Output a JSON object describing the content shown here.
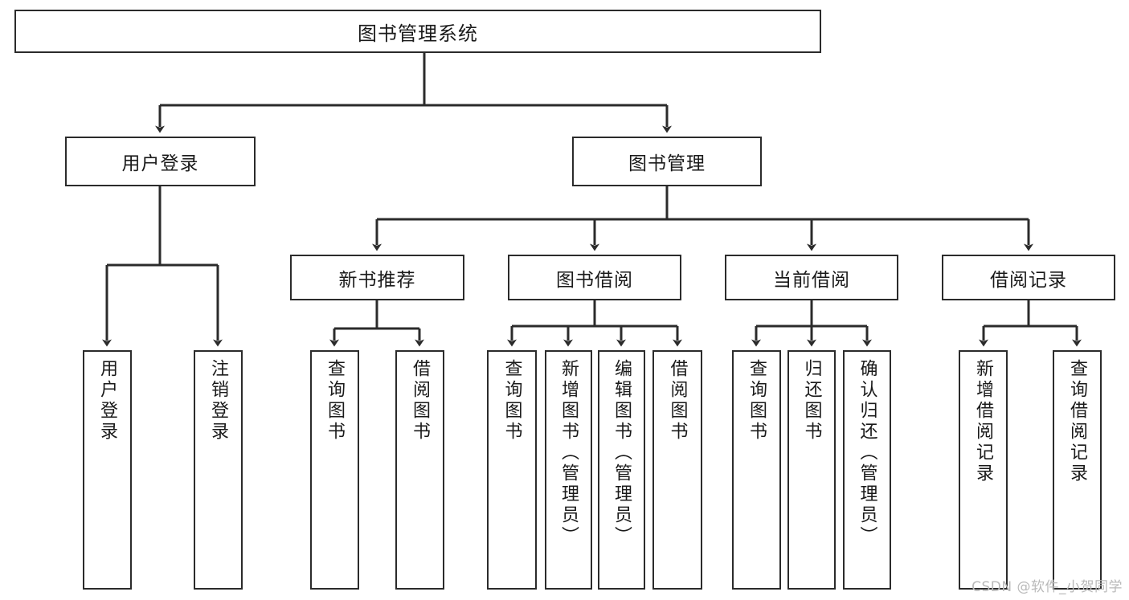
{
  "diagram": {
    "title": "图书管理系统",
    "type": "hierarchy-tree",
    "watermark": "CSDN @软件_小贺同学",
    "colors": {
      "box_border": "#2b2b2b",
      "box_fill": "#ffffff",
      "connector": "#2b2b2b",
      "text": "#1a1a1a",
      "watermark": "#b9b9b9"
    },
    "root": {
      "label": "图书管理系统"
    },
    "level2": [
      {
        "label": "用户登录"
      },
      {
        "label": "图书管理"
      }
    ],
    "level3": [
      {
        "label": "新书推荐"
      },
      {
        "label": "图书借阅"
      },
      {
        "label": "当前借阅"
      },
      {
        "label": "借阅记录"
      }
    ],
    "leaves": {
      "user_login": [
        {
          "label": "用户登录"
        },
        {
          "label": "注销登录"
        }
      ],
      "new_book_recommend": [
        {
          "label": "查询图书"
        },
        {
          "label": "借阅图书"
        }
      ],
      "book_borrow": [
        {
          "label": "查询图书"
        },
        {
          "label": "新增图书（管理员）"
        },
        {
          "label": "编辑图书（管理员）"
        },
        {
          "label": "借阅图书"
        }
      ],
      "current_borrow": [
        {
          "label": "查询图书"
        },
        {
          "label": "归还图书"
        },
        {
          "label": "确认归还（管理员）"
        }
      ],
      "borrow_records": [
        {
          "label": "新增借阅记录"
        },
        {
          "label": "查询借阅记录"
        }
      ]
    }
  }
}
